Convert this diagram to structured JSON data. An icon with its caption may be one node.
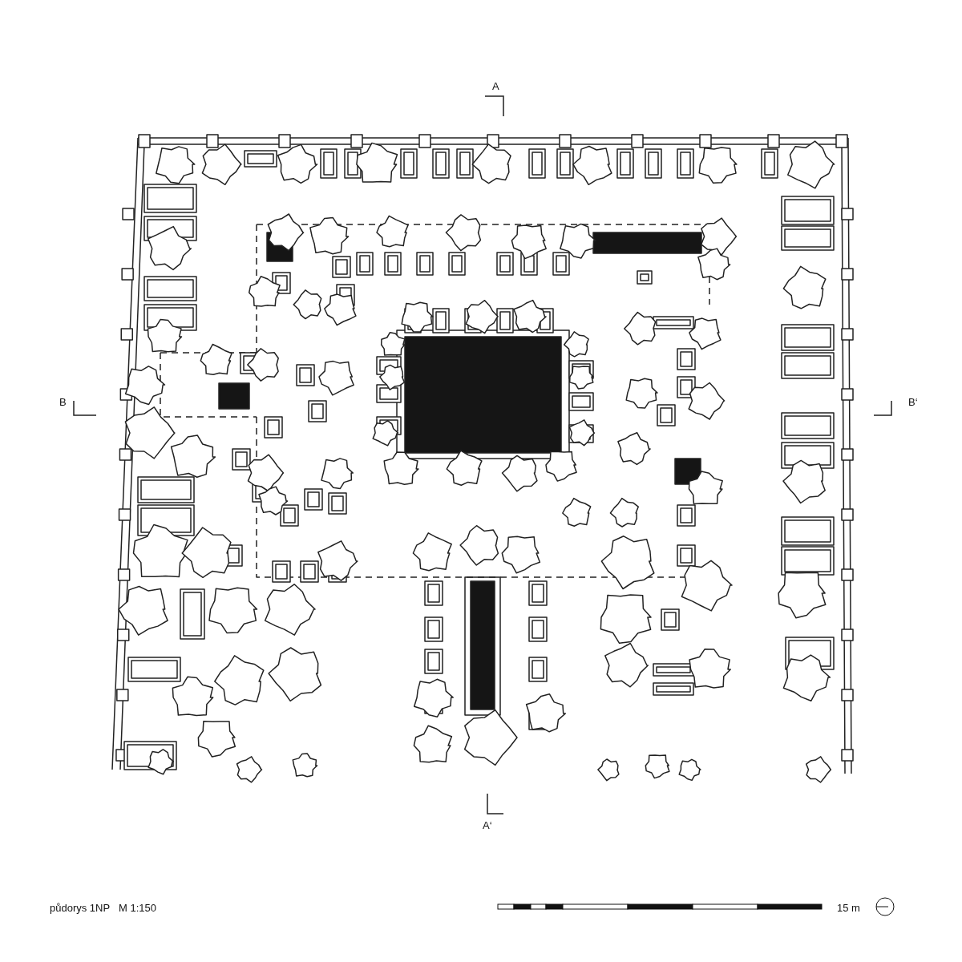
{
  "diagram": {
    "labels": [
      "A",
      "B",
      "B‘",
      "A‘",
      "půdorys 1NP",
      "M 1:150",
      "15 m"
    ]
  }
}
